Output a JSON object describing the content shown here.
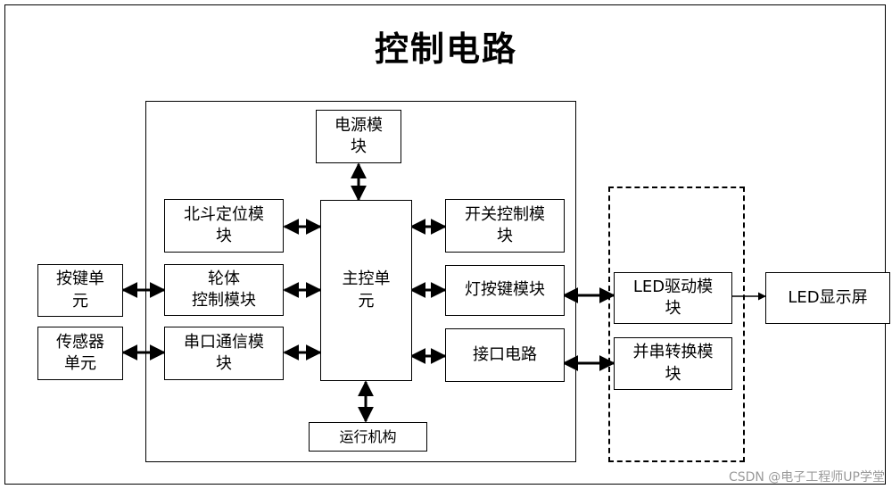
{
  "title": "控制电路",
  "nodes": {
    "power": "电源模\n块",
    "beidou": "北斗定位模\n块",
    "switch_ctrl": "开关控制模\n块",
    "wheel": "轮体\n控制模块",
    "main": "主控单\n元",
    "lamp_key": "灯按键模块",
    "serial": "串口通信模\n块",
    "interface": "接口电路",
    "mechanism": "运行机构",
    "key_unit": "按键单\n元",
    "sensor_unit": "传感器\n单元",
    "led_driver": "LED驱动模\n块",
    "ps_convert": "并串转换模\n块",
    "led_screen": "LED显示屏"
  },
  "watermark": "CSDN @电子工程师UP学堂"
}
